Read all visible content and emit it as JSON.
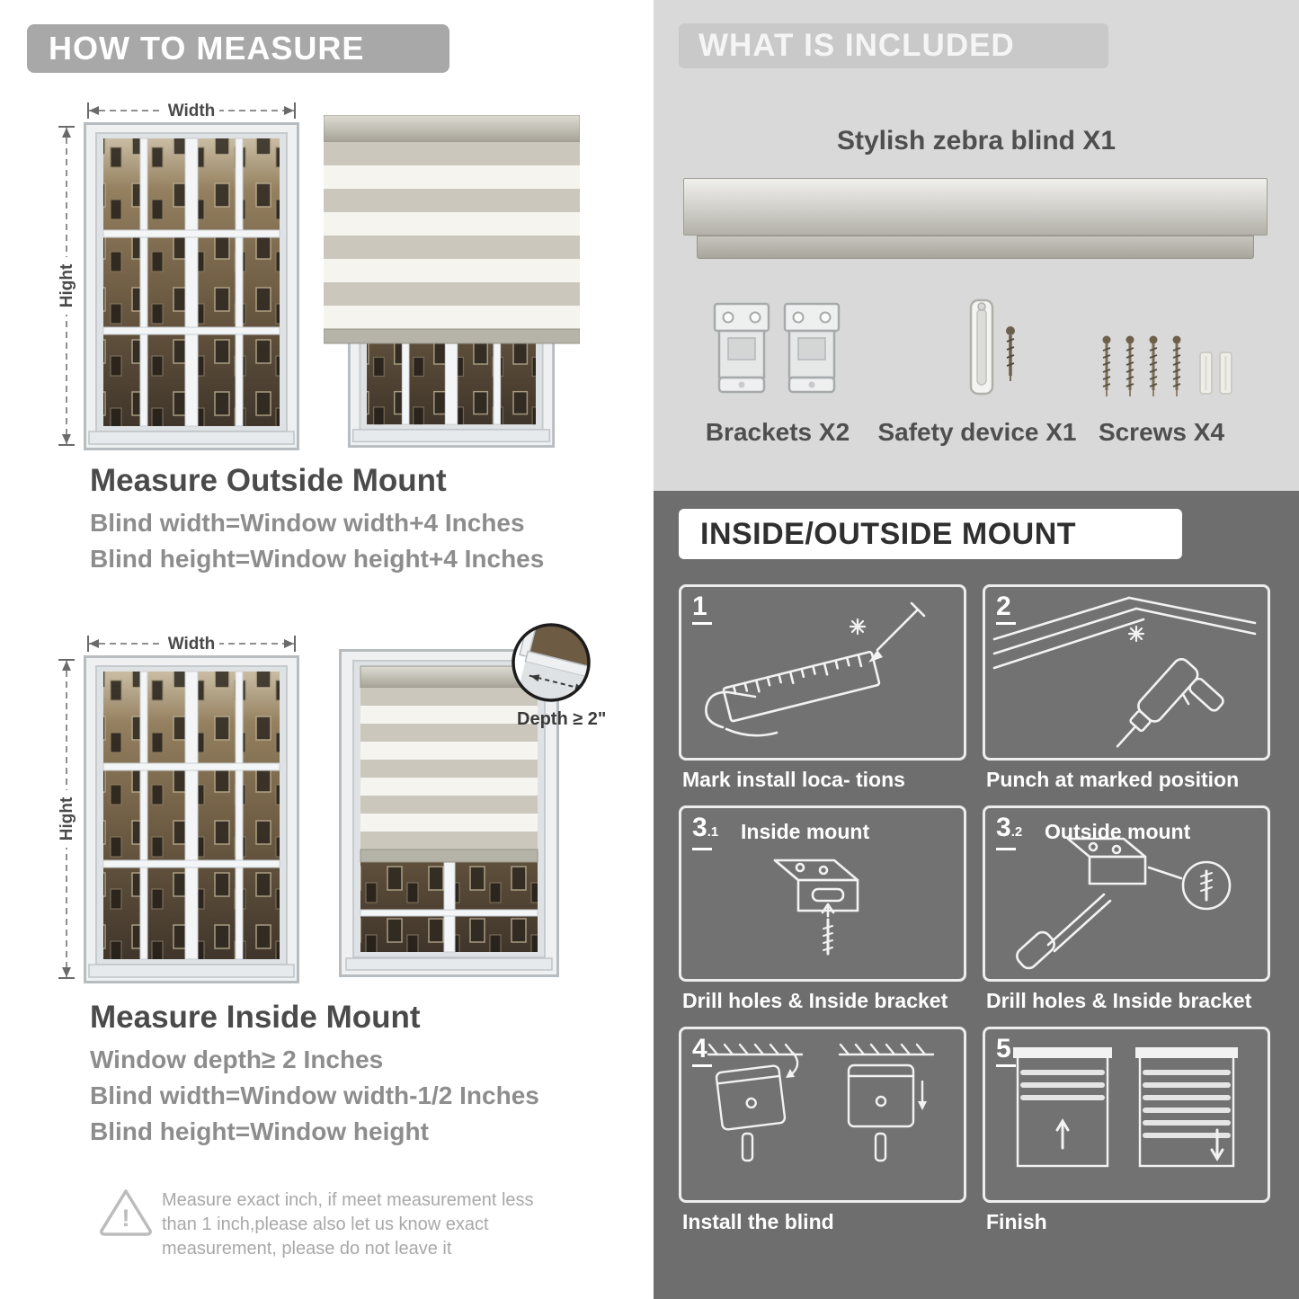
{
  "colors": {
    "left_banner_gray": "#a8a8a8",
    "included_background": "#d9d9d9",
    "included_banner": "#c9c9c9",
    "mount_background": "#6e6e6e",
    "heading_dark": "#4a4a4a",
    "body_gray": "#8d8d8d"
  },
  "icons": {
    "warning": "!"
  },
  "measure": {
    "banner": "HOW TO MEASURE",
    "width_label": "Width",
    "height_label": "Hight",
    "outside": {
      "title": "Measure Outside Mount",
      "lines": [
        "Blind width=Window width+4 Inches",
        "Blind height=Window height+4 Inches"
      ]
    },
    "inside": {
      "title": "Measure Inside Mount",
      "depth_label": "Depth ≥ 2\"",
      "lines": [
        "Window depth≥ 2 Inches",
        "Blind width=Window width-1/2 Inches",
        "Blind height=Window height"
      ]
    },
    "warning": "Measure exact inch, if meet measurement less than 1 inch,please also let us know exact measurement, please do not leave it"
  },
  "included": {
    "banner": "WHAT IS INCLUDED",
    "blind_label": "Stylish zebra blind X1",
    "items": [
      {
        "label": "Brackets X2"
      },
      {
        "label": "Safety device X1"
      },
      {
        "label": "Screws X4"
      }
    ]
  },
  "mount": {
    "banner": "INSIDE/OUTSIDE MOUNT",
    "steps": [
      {
        "num": "1",
        "caption": "Mark install loca- tions"
      },
      {
        "num": "2",
        "caption": "Punch at  marked position"
      },
      {
        "num": "3",
        "sub": ".1",
        "title": "Inside mount",
        "caption": "Drill holes &  Inside bracket"
      },
      {
        "num": "3",
        "sub": ".2",
        "title": "Outside mount",
        "caption": "Drill holes &  Inside bracket"
      },
      {
        "num": "4",
        "caption": "Install the blind"
      },
      {
        "num": "5",
        "caption": "Finish"
      }
    ]
  }
}
